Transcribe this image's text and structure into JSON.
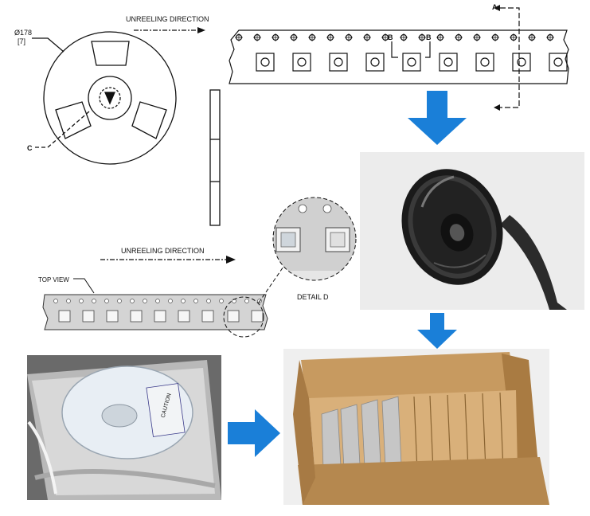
{
  "reel_drawing": {
    "diameter_label": "Ø178",
    "diameter_inch_label": "[7]",
    "callout_c": "C"
  },
  "tape_drawing": {
    "unreeling_label": "UNREELING DIRECTION",
    "section_a": "A",
    "section_b_left": "B",
    "section_b_right": "B"
  },
  "top_view": {
    "label": "TOP VIEW",
    "unreeling_label": "UNREELING DIRECTION",
    "detail_label": "DETAIL D"
  },
  "photos": {
    "reel_photo": "reel-photo",
    "bag_photo": "moisture-barrier-bag-photo",
    "box_photo": "shipping-box-photo",
    "bag_label_text": "CAUTION"
  },
  "colors": {
    "arrow_blue": "#1a7fd8",
    "line": "#111111",
    "cardboard": "#b5884f",
    "photo_bg": "#ececec"
  }
}
